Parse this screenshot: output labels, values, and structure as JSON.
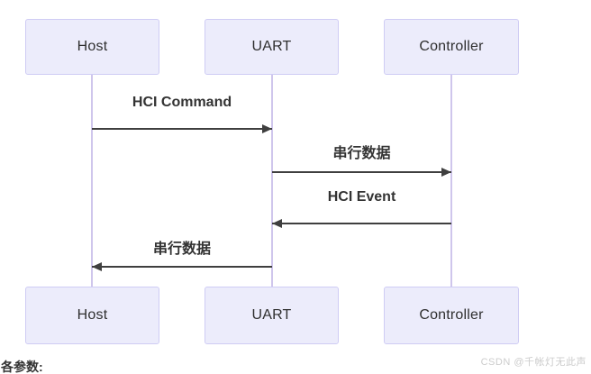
{
  "diagram": {
    "actors": [
      {
        "id": "host",
        "label": "Host"
      },
      {
        "id": "uart",
        "label": "UART"
      },
      {
        "id": "controller",
        "label": "Controller"
      }
    ],
    "messages": [
      {
        "label": "HCI Command",
        "from": "Host",
        "to": "UART",
        "from_index": 0,
        "to_index": 1
      },
      {
        "label": "串行数据",
        "from": "UART",
        "to": "Controller",
        "from_index": 1,
        "to_index": 2
      },
      {
        "label": "HCI Event",
        "from": "Controller",
        "to": "UART",
        "from_index": 2,
        "to_index": 1
      },
      {
        "label": "串行数据",
        "from": "UART",
        "to": "Host",
        "from_index": 1,
        "to_index": 0
      }
    ]
  },
  "footer": {
    "clipped_heading": "各参数:"
  },
  "watermark": {
    "text": "CSDN @千帐灯无此声"
  },
  "colors": {
    "actor_fill": "#ECECFB",
    "actor_border": "#CFCCF4",
    "lifeline": "#CFC6EC",
    "arrow": "#3F3F3F",
    "message_text": "#333333",
    "watermark": "#CCCCCC"
  }
}
